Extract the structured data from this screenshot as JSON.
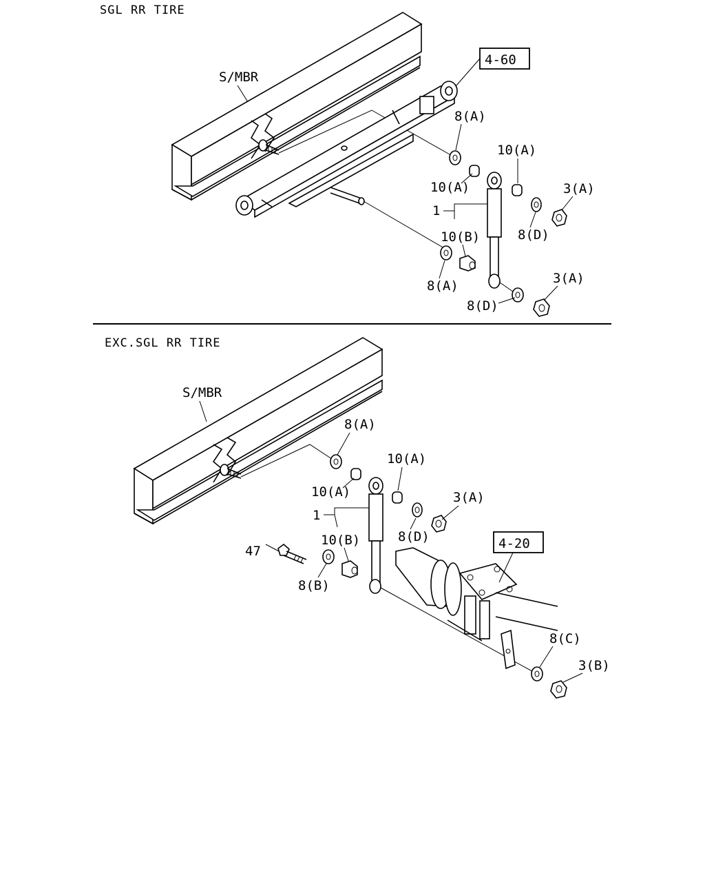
{
  "sections": [
    {
      "title": "SGL RR TIRE",
      "frame_label": "S/MBR",
      "ref_box": "4-60",
      "callouts": [
        "8(A)",
        "10(A)",
        "10(A)",
        "3(A)",
        "1",
        "10(B)",
        "8(D)",
        "8(A)",
        "8(D)",
        "3(A)"
      ]
    },
    {
      "title": "EXC.SGL RR TIRE",
      "frame_label": "S/MBR",
      "ref_box": "4-20",
      "callouts": [
        "8(A)",
        "10(A)",
        "10(A)",
        "3(A)",
        "1",
        "8(D)",
        "47",
        "10(B)",
        "8(B)",
        "8(C)",
        "3(B)"
      ]
    }
  ]
}
